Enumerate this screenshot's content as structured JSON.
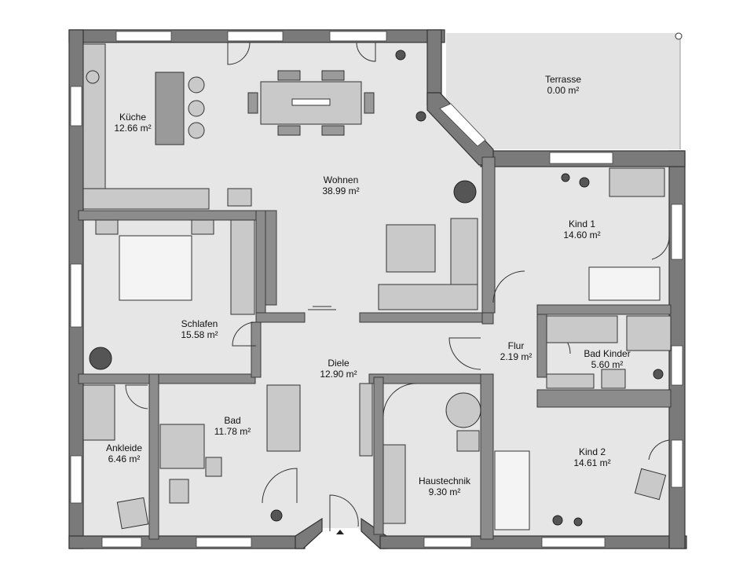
{
  "rooms": [
    {
      "name": "Küche",
      "area": "12.66 m²"
    },
    {
      "name": "Wohnen",
      "area": "38.99 m²"
    },
    {
      "name": "Terrasse",
      "area": "0.00 m²"
    },
    {
      "name": "Kind 1",
      "area": "14.60 m²"
    },
    {
      "name": "Schlafen",
      "area": "15.58 m²"
    },
    {
      "name": "Diele",
      "area": "12.90 m²"
    },
    {
      "name": "Flur",
      "area": "2.19 m²"
    },
    {
      "name": "Bad Kinder",
      "area": "5.60 m²"
    },
    {
      "name": "Bad",
      "area": "11.78 m²"
    },
    {
      "name": "Ankleide",
      "area": "6.46 m²"
    },
    {
      "name": "Haustechnik",
      "area": "9.30 m²"
    },
    {
      "name": "Kind 2",
      "area": "14.61 m²"
    }
  ]
}
